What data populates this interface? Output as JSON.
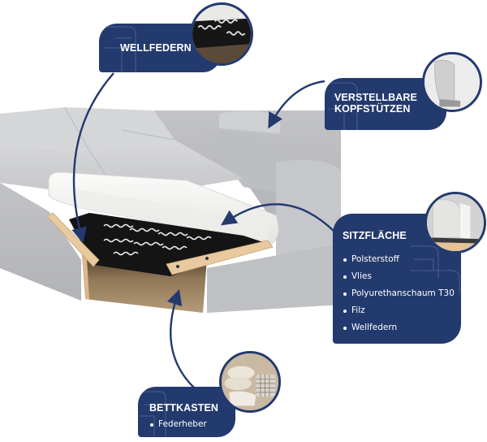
{
  "labels": {
    "wellfedern": {
      "title": "WELLFEDERN"
    },
    "kopfstuetzen": {
      "title_line1": "VERSTELLBARE",
      "title_line2": "KOPFSTÜTZEN"
    },
    "sitzflaeche": {
      "title": "SITZFLÄCHE",
      "items": [
        "Polsterstoff",
        "Vlies",
        "Polyurethanschaum T30",
        "Filz",
        "Wellfedern"
      ]
    },
    "bettkasten": {
      "title": "BETTKASTEN",
      "items": [
        "Federheber"
      ]
    }
  },
  "colors": {
    "label_bg": "#233a6e",
    "label_text": "#ffffff",
    "upholstery": "#c9cacc",
    "foam": "#f1f1ef",
    "wood": "#e8c9a0",
    "springs": "#1a1a1a",
    "arrow": "#233a6e"
  }
}
